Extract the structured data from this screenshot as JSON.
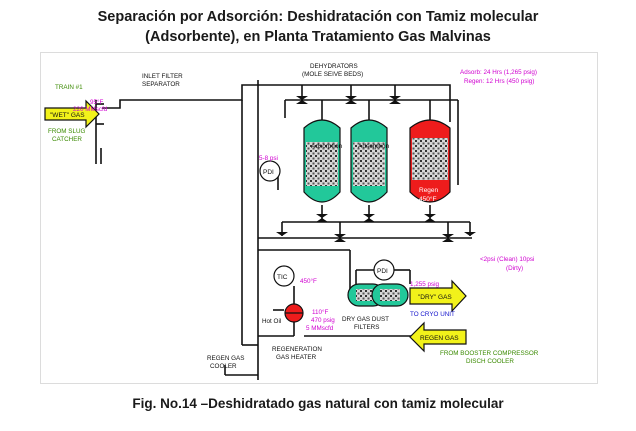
{
  "title": {
    "line1": "Separación por Adsorción:  Deshidratación con Tamiz molecular",
    "line2": "(Adsorbente), en Planta Tratamiento Gas Malvinas"
  },
  "caption": "Fig. No.14 –Deshidratado gas natural con tamiz molecular",
  "colors": {
    "adsorption_vessel": "#22c89a",
    "regen_vessel": "#ee1c1c",
    "flow_arrow": "#f2f21a",
    "magenta_text": "#d000d0",
    "green_text": "#3a8a00",
    "blue_text": "#1010cc",
    "line": "#111111"
  },
  "diagram": {
    "inlet_filter_label": [
      "INLET FILTER",
      "SEPARATOR"
    ],
    "train_label": "TRAIN #1",
    "wet_gas_label": "\"WET\" GAS",
    "inlet_temp": "95°F",
    "inlet_flow": "220 MMscfd",
    "slug_label": [
      "FROM SLUG",
      "CATCHER"
    ],
    "dehydrators_label": [
      "DEHYDRATORS",
      "(MOLE SEIVE BEDS)"
    ],
    "adsorb_time": "Adsorb:  24 Hrs (1,265 psig)",
    "regen_time": "Regen:  12 Hrs (450 psig)",
    "vessel1_label": "Adsorption",
    "vessel2_label": "Adsorption",
    "vessel3_label": "Regen",
    "vessel3_temp": "450°F",
    "pdi_top": "PDI",
    "dp_bed": "5-8 psi",
    "dp_filter": [
      "<2psi (Clean) 10psi",
      "(Dirty)"
    ],
    "pdi_filter": "PDI",
    "tic": "TIC",
    "tic_temp": "450°F",
    "dry_pressure": "1,255 psig",
    "dry_gas_label": "\"DRY\" GAS",
    "to_cryo": "TO CRYO UNIT",
    "filters_label": [
      "DRY GAS DUST",
      "FILTERS"
    ],
    "hot_oil": "Hot Oil",
    "regen_out": [
      "110°F",
      "470 psig",
      "5 MMscfd"
    ],
    "regen_gas_label": "REGEN GAS",
    "from_booster": [
      "FROM BOOSTER COMPRESSOR",
      "DISCH COOLER"
    ],
    "heater_label": [
      "REGENERATION",
      "GAS HEATER"
    ],
    "cooler_label": [
      "REGEN GAS",
      "COOLER"
    ]
  }
}
